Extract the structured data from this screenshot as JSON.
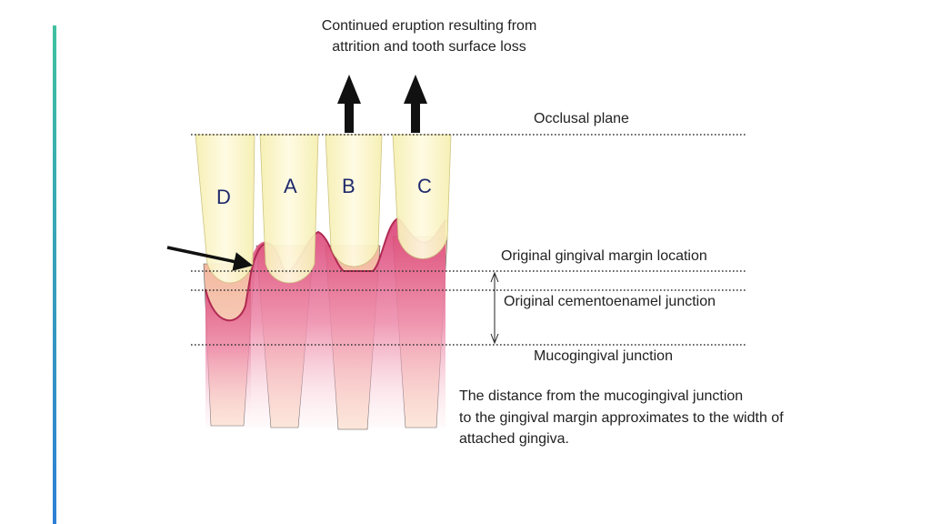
{
  "caption_top": [
    "Continued eruption resulting from",
    "attrition and tooth surface loss"
  ],
  "labels": {
    "occlusal_plane": "Occlusal plane",
    "original_gingival_margin": "Original gingival margin location",
    "original_cej": "Original cementoenamel junction",
    "mucogingival_junction": "Mucogingival junction"
  },
  "teeth": [
    "D",
    "A",
    "B",
    "C"
  ],
  "note": [
    "The distance from the mucogingival junction",
    "to the gingival margin approximates to the width of",
    "attached gingiva."
  ],
  "colors": {
    "accent_top": "#3fc1a0",
    "accent_bottom": "#2e7fd6",
    "enamel": "#fbf6c8",
    "root": "#f6c4a6",
    "gingiva": "#e25584",
    "gingiva_line": "#b02a52",
    "dotted_line": "#333333"
  }
}
